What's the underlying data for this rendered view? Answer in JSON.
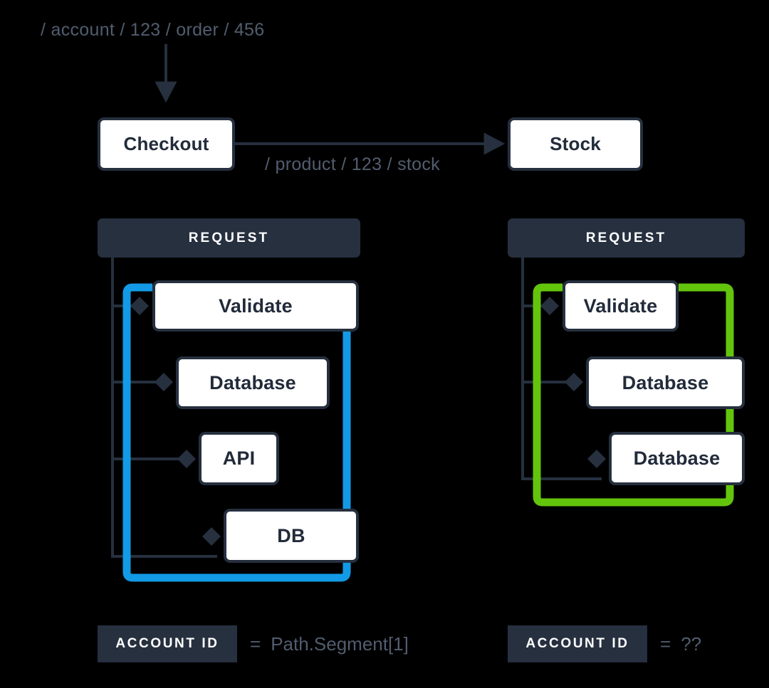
{
  "diagram": {
    "title_paths": {
      "incoming_request": "/ account / 123 / order / 456",
      "downstream_request": "/ product / 123 / stock"
    },
    "services": [
      {
        "name": "Checkout"
      },
      {
        "name": "Stock"
      }
    ],
    "panels": [
      {
        "id": "checkout-request",
        "header": "REQUEST",
        "highlight_color": "#139ae6",
        "steps": [
          {
            "label": "Validate"
          },
          {
            "label": "Database"
          },
          {
            "label": "API"
          },
          {
            "label": "DB"
          }
        ],
        "legend": {
          "chip": "ACCOUNT ID",
          "equals": "=",
          "value": "Path.Segment[1]"
        }
      },
      {
        "id": "stock-request",
        "header": "REQUEST",
        "highlight_color": "#63c40c",
        "steps": [
          {
            "label": "Validate"
          },
          {
            "label": "Database"
          },
          {
            "label": "Database"
          }
        ],
        "legend": {
          "chip": "ACCOUNT ID",
          "equals": "=",
          "value": "??"
        }
      }
    ],
    "colors": {
      "background": "#000000",
      "ink": "#26303f",
      "muted_text": "#515d6e",
      "box_fill": "#ffffff",
      "blue": "#139ae6",
      "green": "#63c40c"
    }
  }
}
